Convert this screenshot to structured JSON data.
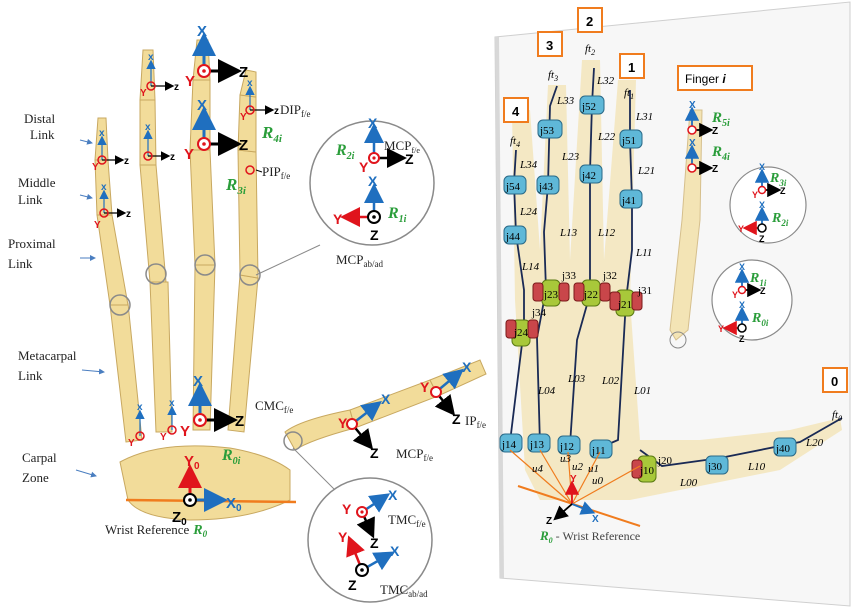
{
  "left": {
    "link_labels": {
      "distal": [
        "Distal",
        "Link"
      ],
      "middle": [
        "Middle",
        "Link"
      ],
      "proximal": [
        "Proximal",
        "Link"
      ],
      "metacarpal": [
        "Metacarpal",
        "Link"
      ],
      "carpal": [
        "Carpal",
        "Zone"
      ]
    },
    "joint_labels": {
      "dip": "DIP",
      "dip_sub": "f/e",
      "pip": "PIP",
      "pip_sub": "f/e",
      "mcp_fe": "MCP",
      "mcp_fe_sub": "f/e",
      "mcp_abad": "MCP",
      "mcp_abad_sub": "ab/ad",
      "cmc": "CMC",
      "cmc_sub": "f/e",
      "thumb_mcp": "MCP",
      "thumb_mcp_sub": "f/e",
      "ip": "IP",
      "ip_sub": "f/e",
      "tmc_fe": "TMC",
      "tmc_fe_sub": "f/e",
      "tmc_abad": "TMC",
      "tmc_abad_sub": "ab/ad"
    },
    "frames": {
      "r4": "R",
      "r4_sub": "4i",
      "r3": "R",
      "r3_sub": "3i",
      "r2": "R",
      "r2_sub": "2i",
      "r1": "R",
      "r1_sub": "1i",
      "r0": "R",
      "r0_sub": "0i"
    },
    "axes": {
      "x": "X",
      "y": "Y",
      "z": "Z",
      "x0": "X",
      "y0": "Y",
      "z0": "Z",
      "sub0": "0",
      "lx": "x",
      "ly": "Y",
      "lz": "z"
    },
    "wrist_reference": "Wrist Reference",
    "wrist_frame": "R",
    "wrist_frame_sub": "0"
  },
  "right": {
    "finger_numbers": [
      "3",
      "2",
      "1",
      "4",
      "0"
    ],
    "finger_i": "Finger ",
    "finger_i_var": "i",
    "fingertips": [
      {
        "base": "ft",
        "sub": "3"
      },
      {
        "base": "ft",
        "sub": "2"
      },
      {
        "base": "ft",
        "sub": "1"
      },
      {
        "base": "ft",
        "sub": "4"
      },
      {
        "base": "ft",
        "sub": "0"
      }
    ],
    "link_labels": [
      "L33",
      "L32",
      "L31",
      "L23",
      "L22",
      "L21",
      "L34",
      "L24",
      "L13",
      "L12",
      "L11",
      "L14",
      "L03",
      "L02",
      "L01",
      "L04",
      "L20",
      "L10",
      "L00"
    ],
    "joint_labels": [
      "j53",
      "j52",
      "j51",
      "j54",
      "j43",
      "j42",
      "j41",
      "j44",
      "j33",
      "j32",
      "j31",
      "j23",
      "j22",
      "j21",
      "j34",
      "j24",
      "j14",
      "j13",
      "j12",
      "j11",
      "j10",
      "j20",
      "j30",
      "j40"
    ],
    "angle_labels": [
      "u4",
      "u3",
      "u2",
      "u1",
      "u0"
    ],
    "frames": {
      "r5": "R",
      "r5_sub": "5i",
      "r4": "R",
      "r4_sub": "4i",
      "r3": "R",
      "r3_sub": "3i",
      "r2": "R",
      "r2_sub": "2i",
      "r1": "R",
      "r1_sub": "1i",
      "r0": "R",
      "r0_sub": "0i"
    },
    "wrist_frame": "R",
    "wrist_frame_sub": "0",
    "wrist_reference": " - Wrist Reference",
    "axes": {
      "x": "X",
      "y": "Y",
      "z": "Z",
      "lx": "x",
      "ly": "Y",
      "lz": "z"
    }
  },
  "colors": {
    "bone": "#f2dc9a",
    "bone_edge": "#c8a860",
    "x_axis": "#1f6fbf",
    "y_axis": "#e0141c",
    "z_axis": "#000000",
    "frame_label": "#2a9d3a",
    "orange": "#f07c1e",
    "cyl_blue": "#5fb8d8",
    "cyl_green": "#a8c83a",
    "cyl_red": "#c9464a"
  }
}
